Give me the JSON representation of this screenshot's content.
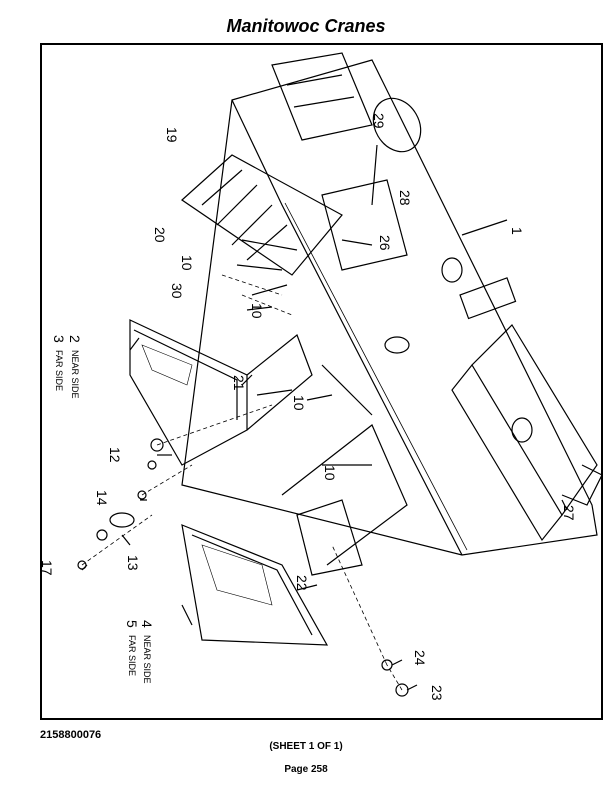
{
  "header": {
    "title": "Manitowoc Cranes"
  },
  "drawing": {
    "callouts": [
      "1",
      "2",
      "3",
      "4",
      "5",
      "10",
      "10",
      "10",
      "10",
      "12",
      "13",
      "14",
      "17",
      "19",
      "20",
      "21",
      "22",
      "23",
      "24",
      "26",
      "27",
      "28",
      "29",
      "30"
    ],
    "labels": {
      "near_side_2": "NEAR SIDE",
      "far_side_3": "FAR SIDE",
      "near_side_4": "NEAR SIDE",
      "far_side_5": "FAR SIDE"
    }
  },
  "footer": {
    "drawing_number": "2158800076",
    "sheet": "(SHEET 1 OF 1)",
    "page": "Page 258"
  }
}
